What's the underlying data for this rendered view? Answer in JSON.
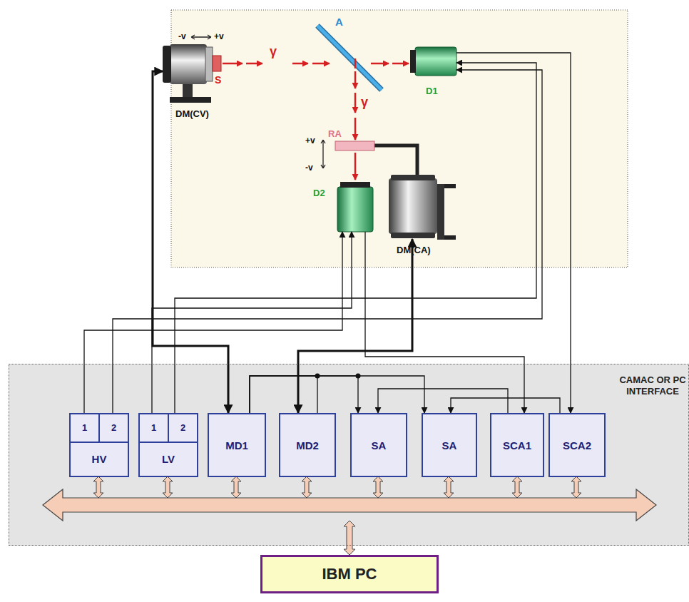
{
  "diagram": {
    "nodes": [
      {
        "text": [
          "DM(CV)"
        ]
      },
      {
        "text": [
          "D1"
        ]
      },
      {
        "text": [
          "D2"
        ]
      },
      {
        "text": [
          "DM(CA)"
        ]
      },
      {
        "text": [
          "CAMAC OR PC INTERFACE"
        ]
      },
      {
        "text": [
          "1",
          "2",
          "HV"
        ],
        "in": 4
      },
      {
        "text": [
          "1",
          "2",
          "LV"
        ],
        "in": 4
      },
      {
        "text": [
          "MD1"
        ],
        "in": 4
      },
      {
        "text": [
          "MD2"
        ],
        "in": 4
      },
      {
        "text": [
          "SA"
        ],
        "in": 4
      },
      {
        "text": [
          "SA"
        ],
        "in": 4
      },
      {
        "text": [
          "SCA1"
        ],
        "in": 4
      },
      {
        "text": [
          "SCA2"
        ],
        "in": 4
      },
      {
        "text": [
          "IBM PC"
        ]
      }
    ],
    "edges": [
      {
        "from": 5,
        "to": 2,
        "arrow": "to"
      },
      {
        "from": 5,
        "to": 1,
        "arrow": "to"
      },
      {
        "from": 6,
        "to": 2,
        "arrow": "to"
      },
      {
        "from": 6,
        "to": 1,
        "arrow": "to"
      },
      {
        "from": 7,
        "to": 0,
        "arrow": "both"
      },
      {
        "from": 8,
        "to": 3,
        "arrow": "both"
      },
      {
        "from": 7,
        "to": 8,
        "arrow": "none"
      },
      {
        "from": 7,
        "to": 9,
        "arrow": "to"
      },
      {
        "from": 7,
        "to": 10,
        "arrow": "to"
      },
      {
        "from": 11,
        "to": 9,
        "arrow": "to"
      },
      {
        "from": 12,
        "to": 10,
        "arrow": "to"
      },
      {
        "from": 2,
        "to": 11,
        "arrow": "to"
      },
      {
        "from": 1,
        "to": 12,
        "arrow": "to"
      }
    ],
    "labels": [
      "-v",
      "+v",
      "S",
      "γ",
      "A",
      "γ",
      "RA",
      "+v",
      "-v"
    ]
  }
}
